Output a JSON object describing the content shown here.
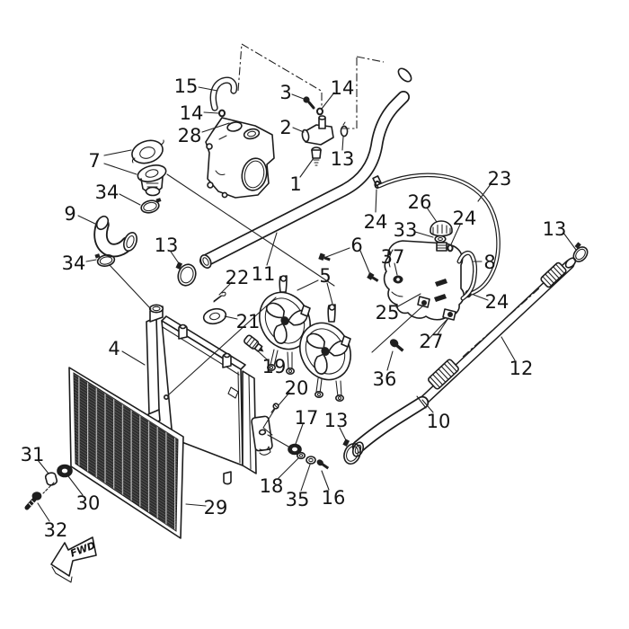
{
  "diagram": {
    "type": "exploded-parts-diagram",
    "fwd_label": "FWD",
    "colors": {
      "background": "#ffffff",
      "line": "#1c1c1c",
      "mesh": "#2d2d2d",
      "mesh_grid": "#c8c8c8"
    },
    "callouts": {
      "n1": "1",
      "n2": "2",
      "n3": "3",
      "n4": "4",
      "n5": "5",
      "n6": "6",
      "n7": "7",
      "n8": "8",
      "n9": "9",
      "n10": "10",
      "n11": "11",
      "n12": "12",
      "n13a": "13",
      "n13b": "13",
      "n13c": "13",
      "n13d": "13",
      "n14a": "14",
      "n14b": "14",
      "n15": "15",
      "n16": "16",
      "n17": "17",
      "n18": "18",
      "n19": "19",
      "n20": "20",
      "n21": "21",
      "n22": "22",
      "n23": "23",
      "n24a": "24",
      "n24b": "24",
      "n24c": "24",
      "n25": "25",
      "n26": "26",
      "n27": "27",
      "n28": "28",
      "n29": "29",
      "n30": "30",
      "n31": "31",
      "n32": "32",
      "n33": "33",
      "n34a": "34",
      "n34b": "34",
      "n35": "35",
      "n36": "36",
      "n37": "37"
    }
  }
}
